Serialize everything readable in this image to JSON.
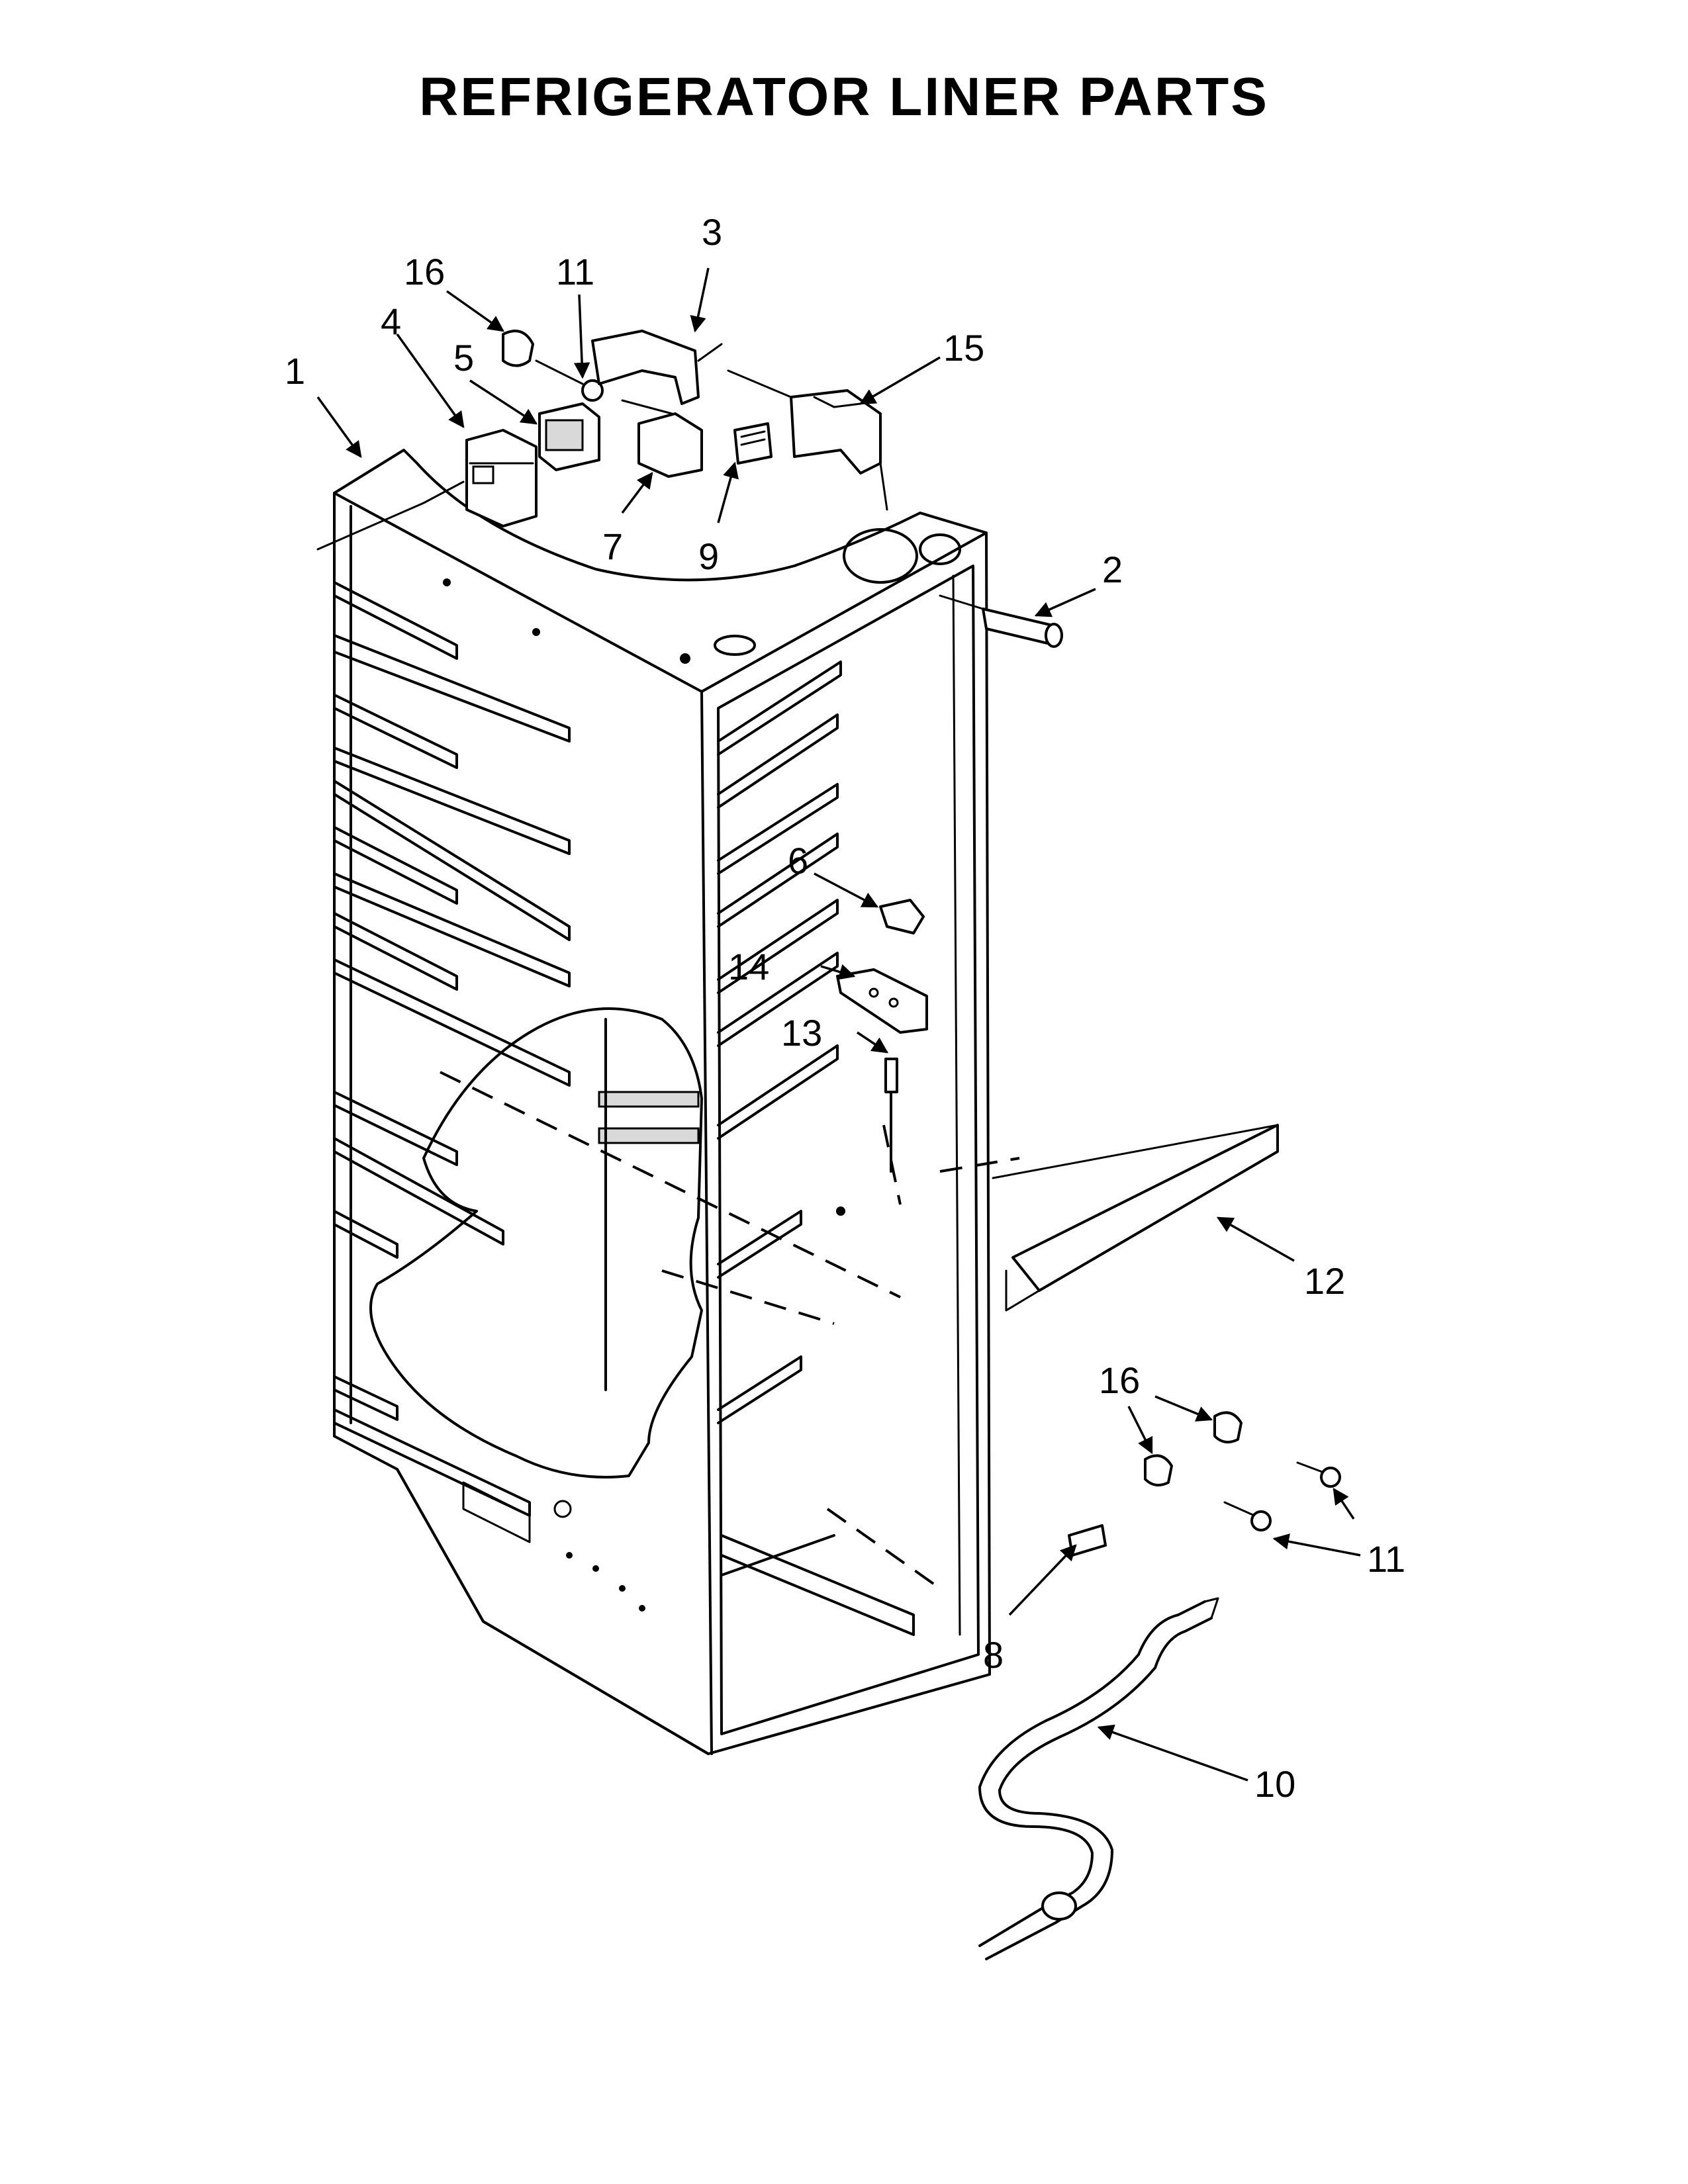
{
  "title": "REFRIGERATOR LINER PARTS",
  "callouts": [
    {
      "id": "c1",
      "label": "1"
    },
    {
      "id": "c2",
      "label": "2"
    },
    {
      "id": "c3",
      "label": "3"
    },
    {
      "id": "c4",
      "label": "4"
    },
    {
      "id": "c5",
      "label": "5"
    },
    {
      "id": "c6",
      "label": "6"
    },
    {
      "id": "c7",
      "label": "7"
    },
    {
      "id": "c8",
      "label": "8"
    },
    {
      "id": "c9",
      "label": "9"
    },
    {
      "id": "c10",
      "label": "10"
    },
    {
      "id": "c11a",
      "label": "11"
    },
    {
      "id": "c11b",
      "label": "11"
    },
    {
      "id": "c12",
      "label": "12"
    },
    {
      "id": "c13",
      "label": "13"
    },
    {
      "id": "c14",
      "label": "14"
    },
    {
      "id": "c15",
      "label": "15"
    },
    {
      "id": "c16a",
      "label": "16"
    },
    {
      "id": "c16b",
      "label": "16"
    }
  ]
}
